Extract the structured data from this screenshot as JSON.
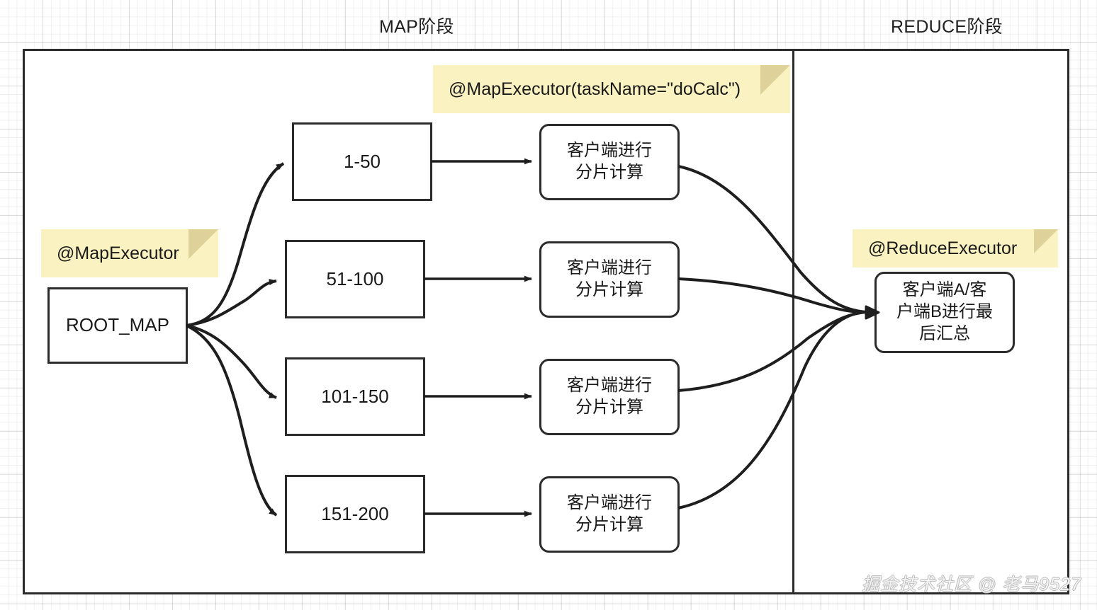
{
  "headers": {
    "map": "MAP阶段",
    "reduce": "REDUCE阶段"
  },
  "notes": {
    "map_executor": "@MapExecutor",
    "map_executor_task": "@MapExecutor(taskName=\"doCalc\")",
    "reduce_executor": "@ReduceExecutor"
  },
  "nodes": {
    "root": "ROOT_MAP",
    "shards": [
      {
        "range": "1-50",
        "worker": "客户端进行\n分片计算"
      },
      {
        "range": "51-100",
        "worker": "客户端进行\n分片计算"
      },
      {
        "range": "101-150",
        "worker": "客户端进行\n分片计算"
      },
      {
        "range": "151-200",
        "worker": "客户端进行\n分片计算"
      }
    ],
    "reduce": "客户端A/客\n户端B进行最\n后汇总"
  },
  "watermark": "掘金技术社区 @ 老马9527",
  "colors": {
    "note_fill": "#faf2c0",
    "note_fold": "#ded199",
    "stroke": "#2b2b2b",
    "background": "#ffffff",
    "grid_line": "#e8e8e8"
  }
}
